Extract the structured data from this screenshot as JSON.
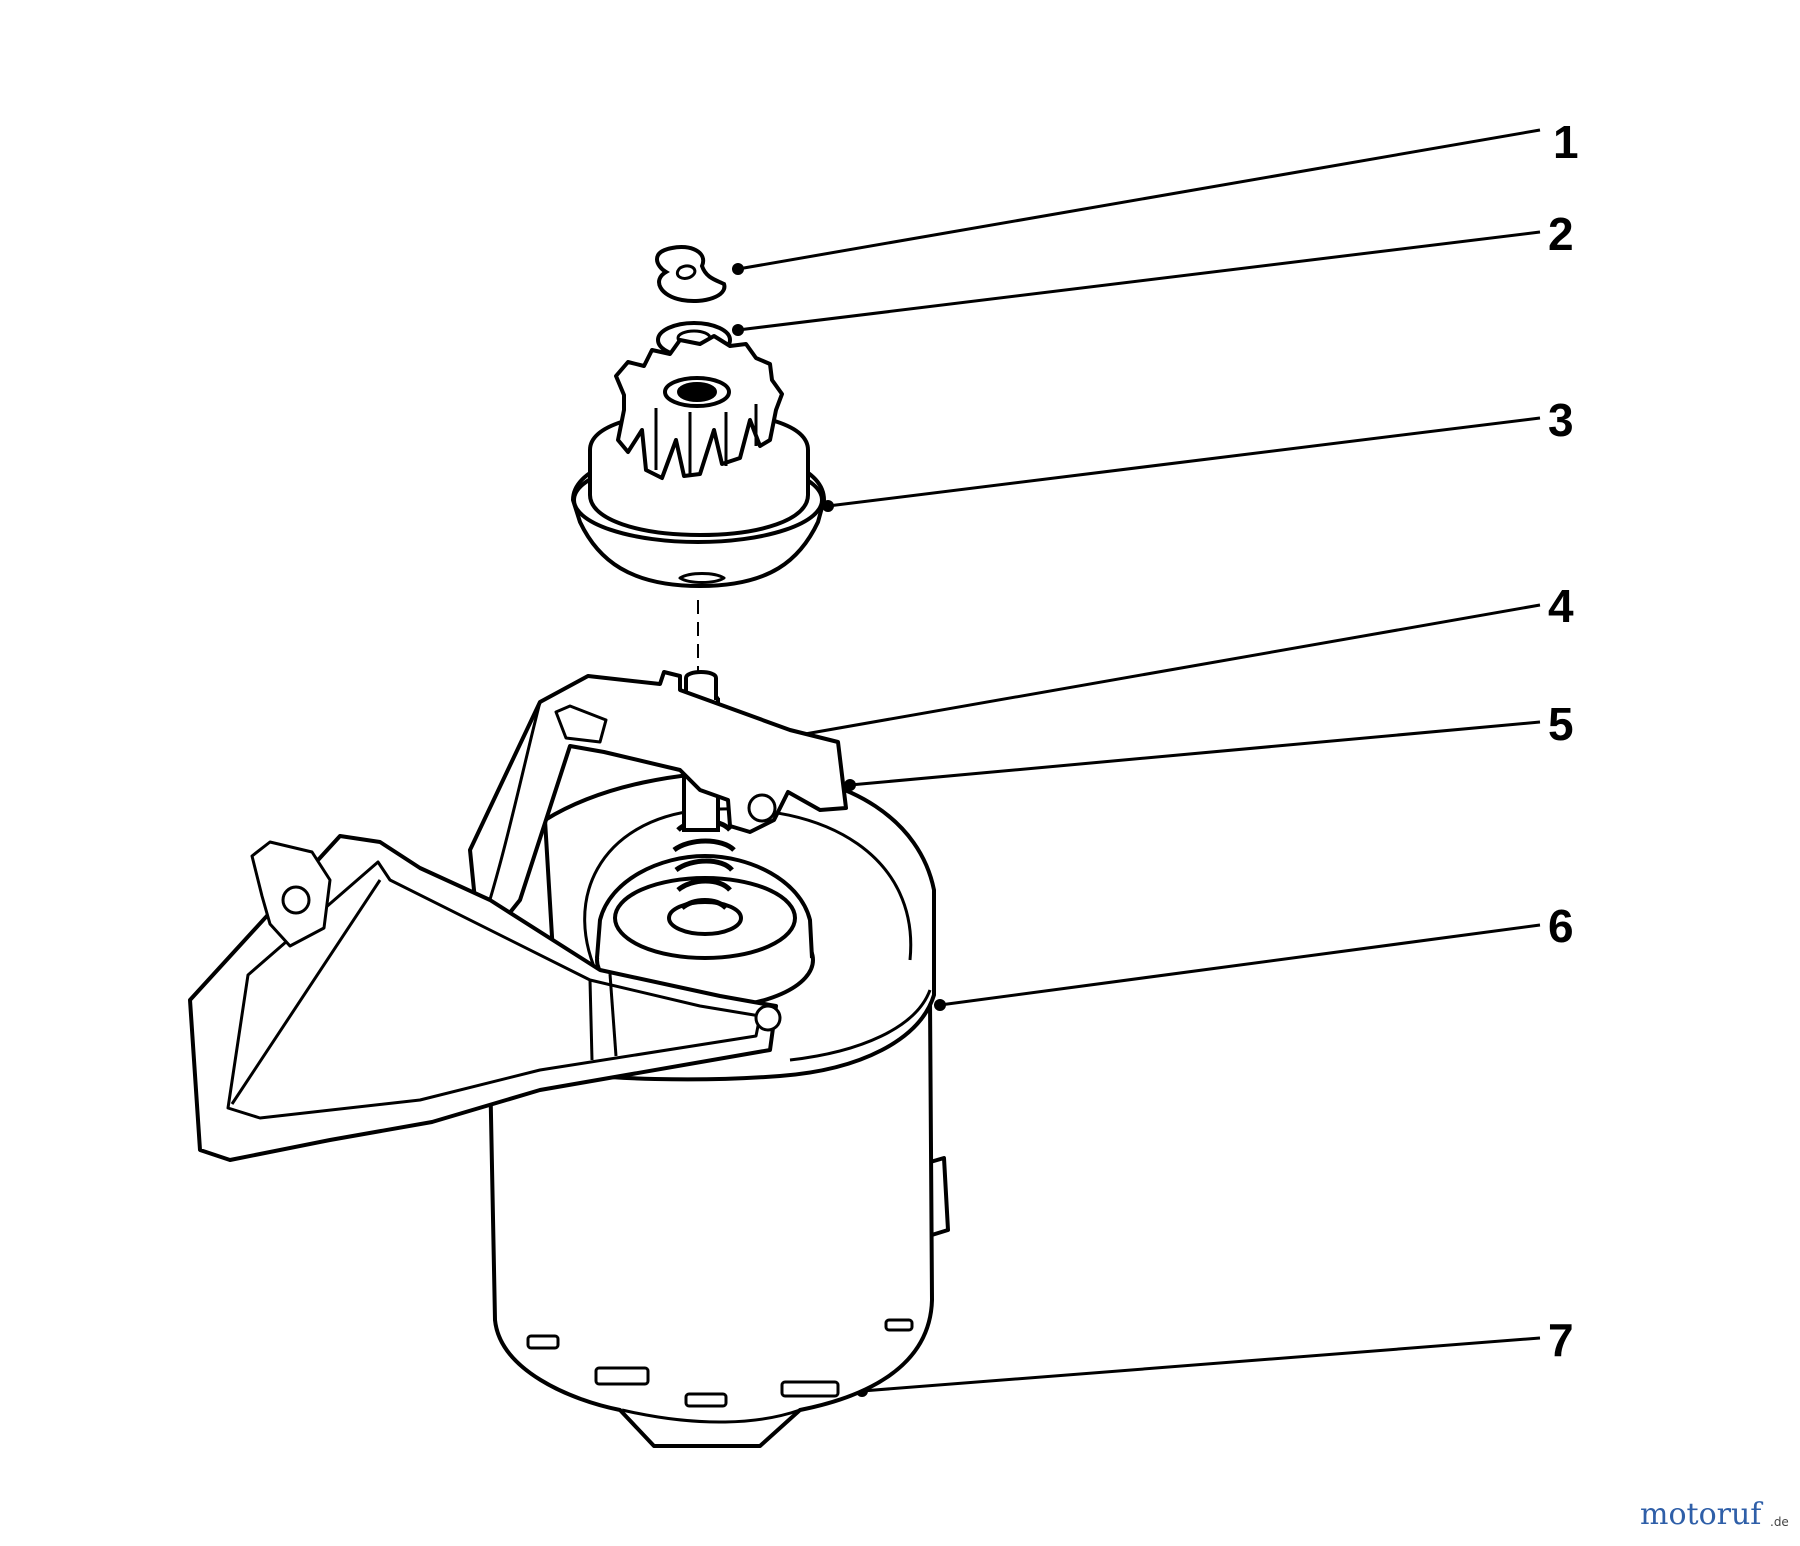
{
  "diagram": {
    "callouts": [
      {
        "label": "1",
        "part": "retaining-ring"
      },
      {
        "label": "2",
        "part": "washer"
      },
      {
        "label": "3",
        "part": "pinion-gear"
      },
      {
        "label": "4",
        "part": "shaft-ring"
      },
      {
        "label": "5",
        "part": "mounting-bracket"
      },
      {
        "label": "6",
        "part": "motor-housing"
      },
      {
        "label": "7",
        "part": "end-cap"
      }
    ]
  },
  "watermark": {
    "brand": "motoruf",
    "suffix": ".de",
    "colors": {
      "primary": "#2f5fa8",
      "accent": "#d9a021"
    }
  }
}
